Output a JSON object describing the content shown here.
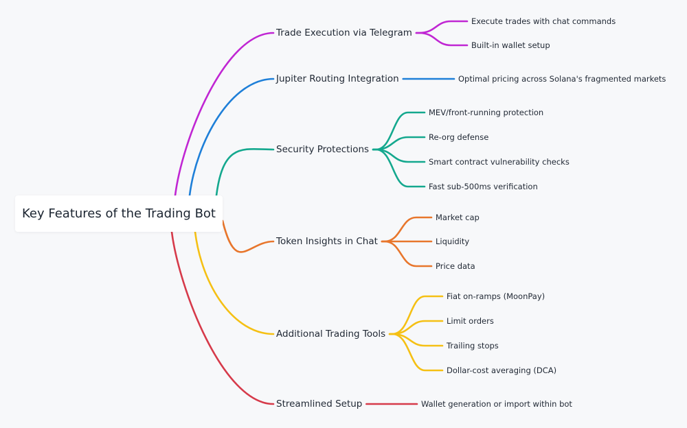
{
  "root": {
    "label": "Key Features of the Trading Bot"
  },
  "branches": [
    {
      "label": "Trade Execution via Telegram",
      "color": "#c026d3",
      "leaves": [
        "Execute trades with chat commands",
        "Built-in wallet setup"
      ]
    },
    {
      "label": "Jupiter Routing Integration",
      "color": "#1e7fd8",
      "leaves": [
        "Optimal pricing across Solana's fragmented markets"
      ]
    },
    {
      "label": "Security Protections",
      "color": "#14a88e",
      "leaves": [
        "MEV/front-running protection",
        "Re-org defense",
        "Smart contract vulnerability checks",
        "Fast sub-500ms verification"
      ]
    },
    {
      "label": "Token Insights in Chat",
      "color": "#e8762c",
      "leaves": [
        "Market cap",
        "Liquidity",
        "Price data"
      ]
    },
    {
      "label": "Additional Trading Tools",
      "color": "#f5c014",
      "leaves": [
        "Fiat on-ramps (MoonPay)",
        "Limit orders",
        "Trailing stops",
        "Dollar-cost averaging (DCA)"
      ]
    },
    {
      "label": "Streamlined Setup",
      "color": "#d63a4a",
      "leaves": [
        "Wallet generation or import within bot"
      ]
    }
  ]
}
